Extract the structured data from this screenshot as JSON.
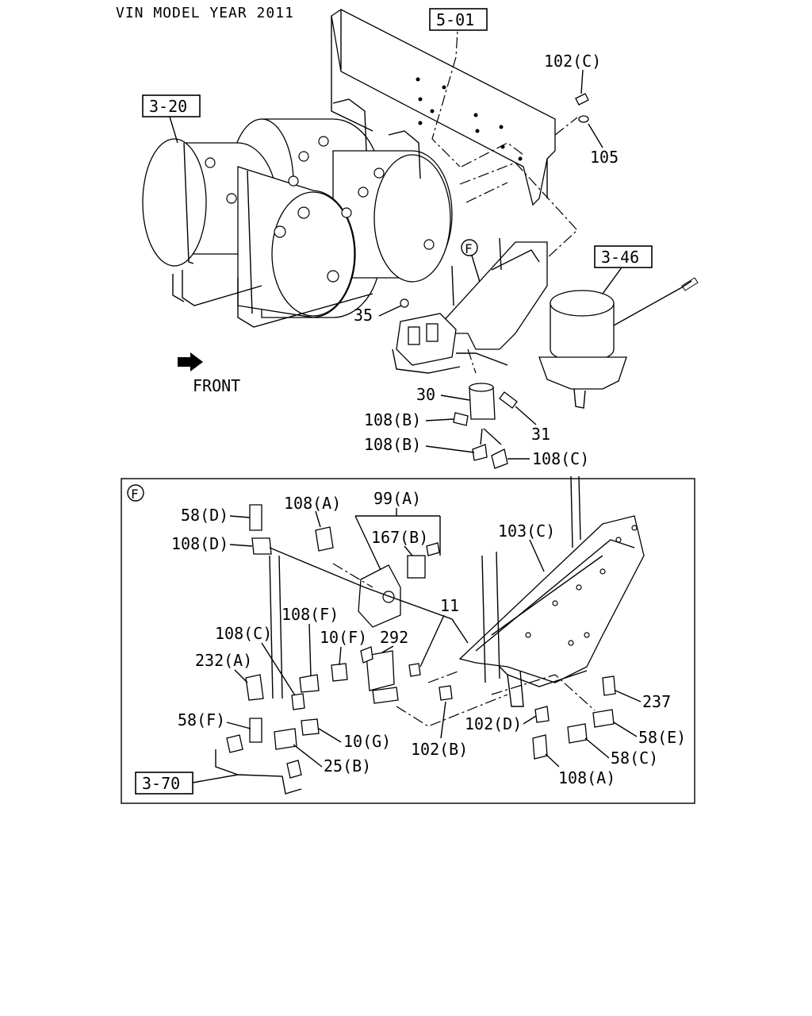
{
  "header": "VIN MODEL YEAR 2011",
  "front_label": "FRONT",
  "ref_boxes": {
    "r501": "5-01",
    "r320": "3-20",
    "r346": "3-46",
    "r370": "3-70"
  },
  "detail_letter": "F",
  "upper_labels": {
    "l102c": "102(C)",
    "l105": "105",
    "l35": "35",
    "l30": "30",
    "l31": "31",
    "l108b1": "108(B)",
    "l108b2": "108(B)",
    "l108c": "108(C)"
  },
  "detail_labels": {
    "l58d": "58(D)",
    "l108d": "108(D)",
    "l108a_top": "108(A)",
    "l99a": "99(A)",
    "l167b": "167(B)",
    "l103c": "103(C)",
    "l11": "11",
    "l108f": "108(F)",
    "l10f": "10(F)",
    "l292": "292",
    "l108c": "108(C)",
    "l232a": "232(A)",
    "l58f": "58(F)",
    "l10g": "10(G)",
    "l25b": "25(B)",
    "l102b": "102(B)",
    "l102d": "102(D)",
    "l237": "237",
    "l58e": "58(E)",
    "l58c": "58(C)",
    "l108a_bot": "108(A)"
  }
}
